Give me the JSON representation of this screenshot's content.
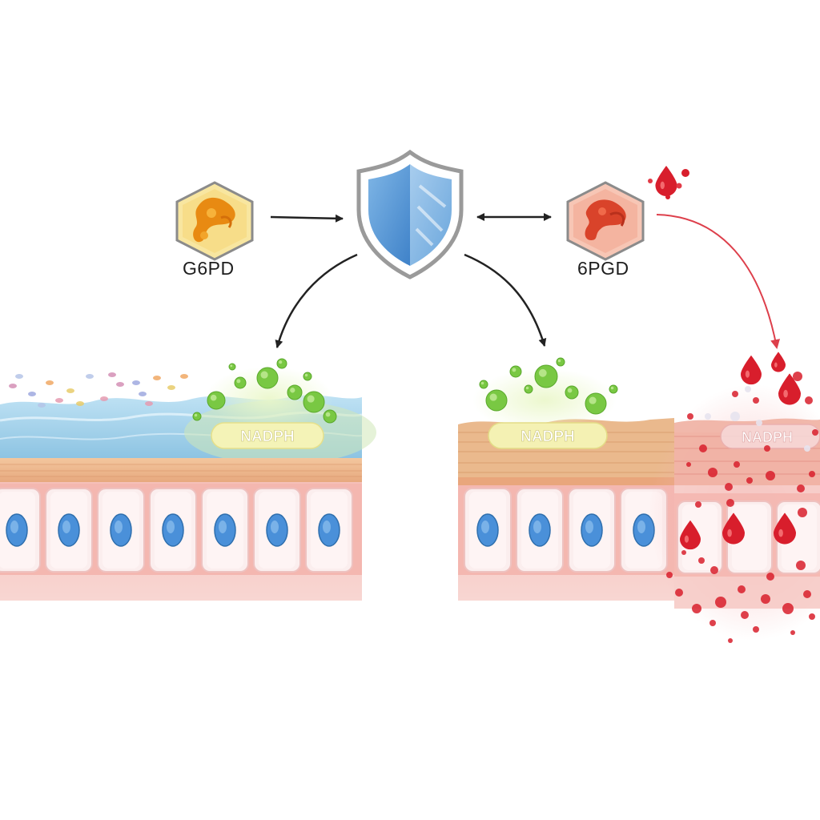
{
  "labels": {
    "enzyme_left": "G6PD",
    "enzyme_right": "6PGD",
    "nadph_left": "NADPH",
    "nadph_middle": "NADPH",
    "nadph_right": "NADPH"
  },
  "icons": {
    "enzyme_left": "enzyme-hexagon-icon",
    "shield": "shield-icon",
    "enzyme_right": "enzyme-hexagon-icon",
    "droplet": "blood-droplet-icon"
  },
  "colors": {
    "enzyme_left_fill": "#f6df8a",
    "enzyme_left_glyph": "#e88a12",
    "shield_blue": "#5b9bd5",
    "enzyme_right_fill": "#f6b9a6",
    "enzyme_right_glyph": "#d9432a",
    "blood_red": "#d81e2c",
    "nadph_green": "#79c843",
    "water_blue": "#9ccfea",
    "cell_nucleus": "#4a90d9",
    "tissue_pink": "#f2a8a8"
  }
}
